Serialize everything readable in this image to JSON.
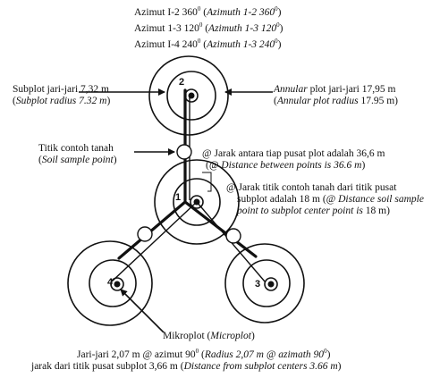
{
  "header": {
    "azimuth_lines": [
      {
        "id": "Azimut I-2 360",
        "en": "Azimuth 1-2 360"
      },
      {
        "id": "Azimut 1-3 120",
        "en": "Azimuth 1-3 120"
      },
      {
        "id": "Azimut I-4 240",
        "en": "Azimuth 1-3 240"
      }
    ],
    "degree": "0"
  },
  "subplot_label": {
    "id": "Subplot  jari-jari 7,32 m",
    "en": "Subplot radius 7.32 m"
  },
  "annular_label": {
    "id_italic": "Annular",
    "id_rest": " plot jari-jari 17,95 m",
    "en_italic": "Annular plot radius",
    "en_rest": " 17.95 m"
  },
  "soil_label": {
    "id": "Titik contoh tanah",
    "en": "Soil sample point"
  },
  "distance_label": {
    "id": "@ Jarak antara tiap pusat plot adalah 36,6 m",
    "en": "@ Distance between points is 36.6 m"
  },
  "soil_distance_label": {
    "line1": "@ Jarak titik contoh tanah dari titik pusat",
    "line2_plain": "subplot adalah 18 m (",
    "line2_italic": "@ Distance soil sample",
    "line3_italic": "point to subplot center point is",
    "line3_plain": " 18 m)"
  },
  "micro_label": {
    "id": "Mikroplot (",
    "en": "Microplot",
    "close": ")"
  },
  "footer": {
    "line1_plain": "Jari-jari 2,07 m @ azimut  90",
    "line1_italic": "Radius 2,07 m @ azimath 90",
    "line2_plain": "jarak dari titik pusat subplot 3,66 m (",
    "line2_italic": "Distance from subplot centers  3.66 m",
    "line2_close": ")"
  },
  "plot_numbers": [
    "1",
    "2",
    "3",
    "4"
  ]
}
